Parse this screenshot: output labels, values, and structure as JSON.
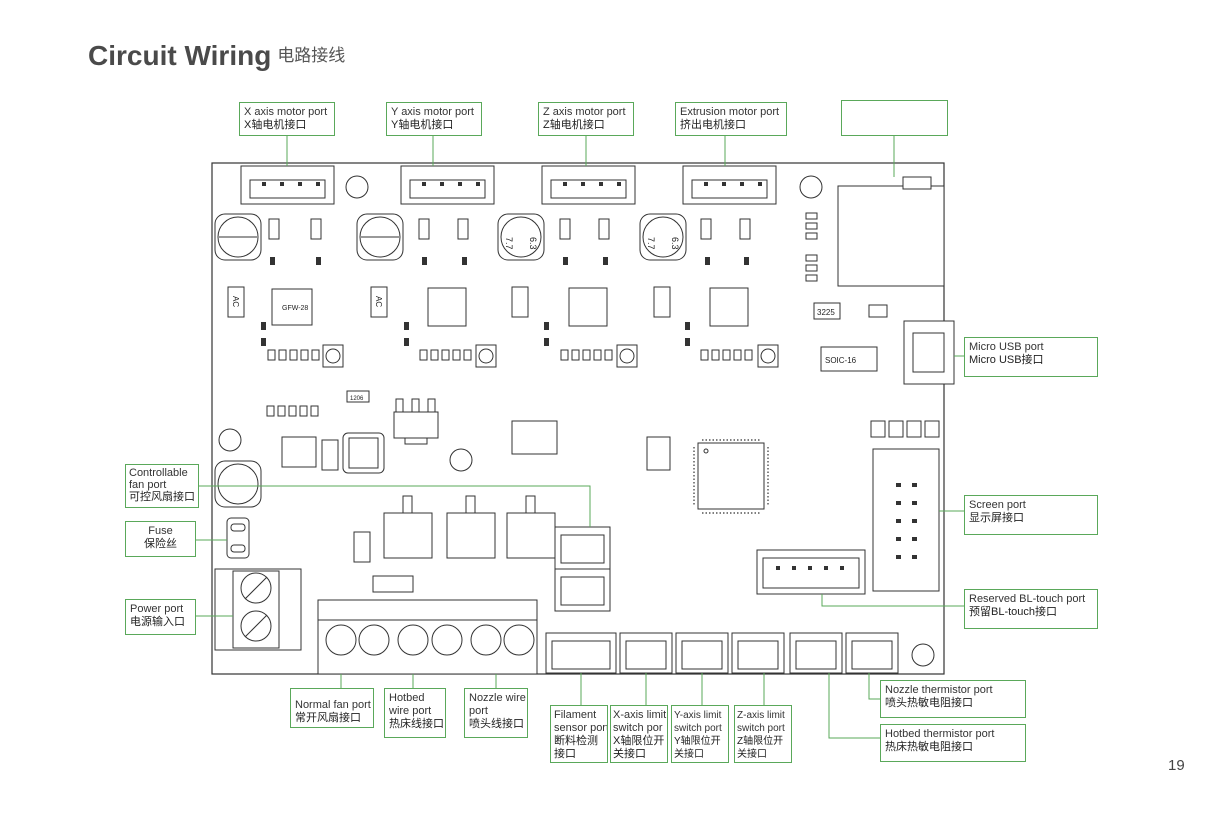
{
  "header": {
    "title": "Circuit Wiring",
    "subtitle_zh": "电路接线"
  },
  "page_number": "19",
  "colors": {
    "label_border": "#5aa85a",
    "board_outline": "#333333"
  },
  "board_marks": {
    "gfw": "GFW-28",
    "ac1": "AC",
    "ac2": "AC",
    "cap1": "6.3",
    "cap2": "7.7",
    "cap3": "6.3",
    "cap4": "7.7",
    "r1206": "1206",
    "code3225": "3225",
    "soic16": "SOIC-16"
  },
  "labels": {
    "x_motor": {
      "en": "X axis motor port",
      "zh": "X轴电机接口"
    },
    "y_motor": {
      "en": "Y axis motor port",
      "zh": "Y轴电机接口"
    },
    "z_motor": {
      "en": "Z axis motor port",
      "zh": "Z轴电机接口"
    },
    "e_motor": {
      "en": "Extrusion motor port",
      "zh": "挤出电机接口"
    },
    "micro_usb": {
      "en": "Micro USB port",
      "zh": "Micro USB接口"
    },
    "ctrl_fan": {
      "en1": "Controllable",
      "en2": "fan port",
      "zh": "可控风扇接口"
    },
    "fuse": {
      "en": "Fuse",
      "zh": "保险丝"
    },
    "power": {
      "en": "Power port",
      "zh": "电源输入口"
    },
    "screen": {
      "en": "Screen port",
      "zh": "显示屏接口"
    },
    "bltouch": {
      "en": "Reserved BL-touch port",
      "zh": "预留BL-touch接口"
    },
    "normal_fan": {
      "en": "Normal fan port",
      "zh": "常开风扇接口"
    },
    "hotbed_wire": {
      "en1": "Hotbed",
      "en2": "wire port",
      "zh": "热床线接口"
    },
    "nozzle_wire": {
      "en1": "Nozzle wire",
      "en2": "port",
      "zh": "喷头线接口"
    },
    "filament": {
      "en1": "Filament",
      "en2": "sensor port",
      "zh1": "断料检测",
      "zh2": "接口"
    },
    "x_limit": {
      "en1": "X-axis limit",
      "en2": "switch por",
      "zh1": "X轴限位开",
      "zh2": "关接口"
    },
    "y_limit": {
      "en1": "Y-axis limit",
      "en2": "switch port",
      "zh1": "Y轴限位开",
      "zh2": "关接口"
    },
    "z_limit": {
      "en1": "Z-axis limit",
      "en2": "switch port",
      "zh1": "Z轴限位开",
      "zh2": "关接口"
    },
    "nozzle_therm": {
      "en": "Nozzle thermistor port",
      "zh": "喷头热敏电阻接口"
    },
    "hotbed_therm": {
      "en": "Hotbed thermistor port",
      "zh": "热床热敏电阻接口"
    }
  }
}
